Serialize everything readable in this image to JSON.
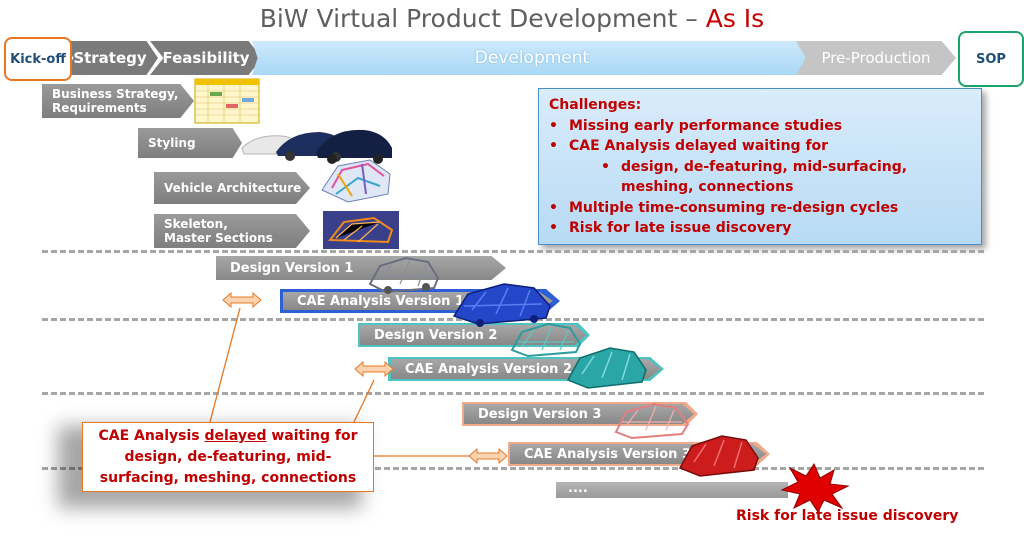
{
  "title": {
    "main": "BiW Virtual Product Development – ",
    "accent": "As Is"
  },
  "phases": {
    "kickoff": "Kick-off",
    "strategy": "Strategy",
    "feasibility": "Feasibility",
    "development": "Development",
    "pre_production": "Pre-Production",
    "sop": "SOP"
  },
  "early_steps": {
    "business": [
      "Business Strategy,",
      "Requirements"
    ],
    "styling": "Styling",
    "architecture": "Vehicle Architecture",
    "skeleton": [
      "Skeleton,",
      "Master Sections"
    ]
  },
  "challenges": {
    "heading": "Challenges:",
    "items": [
      "Missing early performance studies",
      "CAE Analysis delayed waiting for",
      "design, de-featuring, mid-surfacing,",
      "meshing, connections",
      "Multiple time-consuming re-design cycles",
      "Risk for late issue discovery"
    ]
  },
  "versions": {
    "design1": "Design Version 1",
    "cae1": "CAE Analysis Version 1",
    "design2": "Design Version 2",
    "cae2": "CAE Analysis Version 2",
    "design3": "Design Version 3",
    "cae3": "CAE Analysis Version 3",
    "more": "...."
  },
  "callout": {
    "pre": "CAE Analysis ",
    "underlined": "delayed",
    "post": " waiting for",
    "line2": "design, de-featuring, mid-",
    "line3": "surfacing, meshing, connections"
  },
  "risk_label": "Risk for late issue discovery",
  "colors": {
    "accent_red": "#c00000",
    "kickoff_orange": "#e87722",
    "sop_green": "#1aa36a",
    "dev_blue": "#a9d8f6"
  }
}
